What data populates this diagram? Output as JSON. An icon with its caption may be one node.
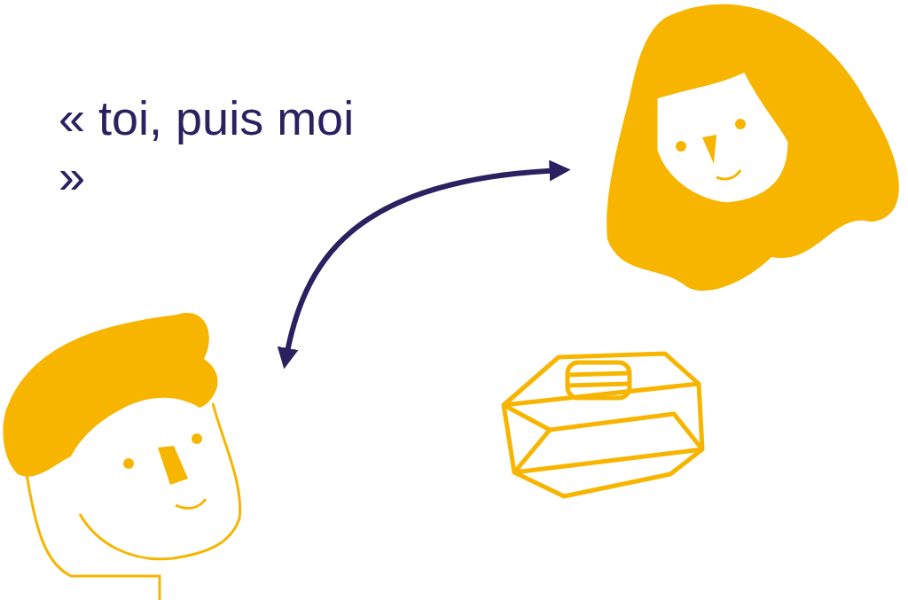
{
  "diagram": {
    "nodes": [
      {
        "text": [],
        "shape": "picture"
      },
      {
        "text": [],
        "shape": "picture"
      }
    ],
    "edges": [
      {
        "from": 1,
        "to": 0,
        "arrow": "both"
      }
    ],
    "labels": [
      "« toi, puis moi »"
    ]
  }
}
